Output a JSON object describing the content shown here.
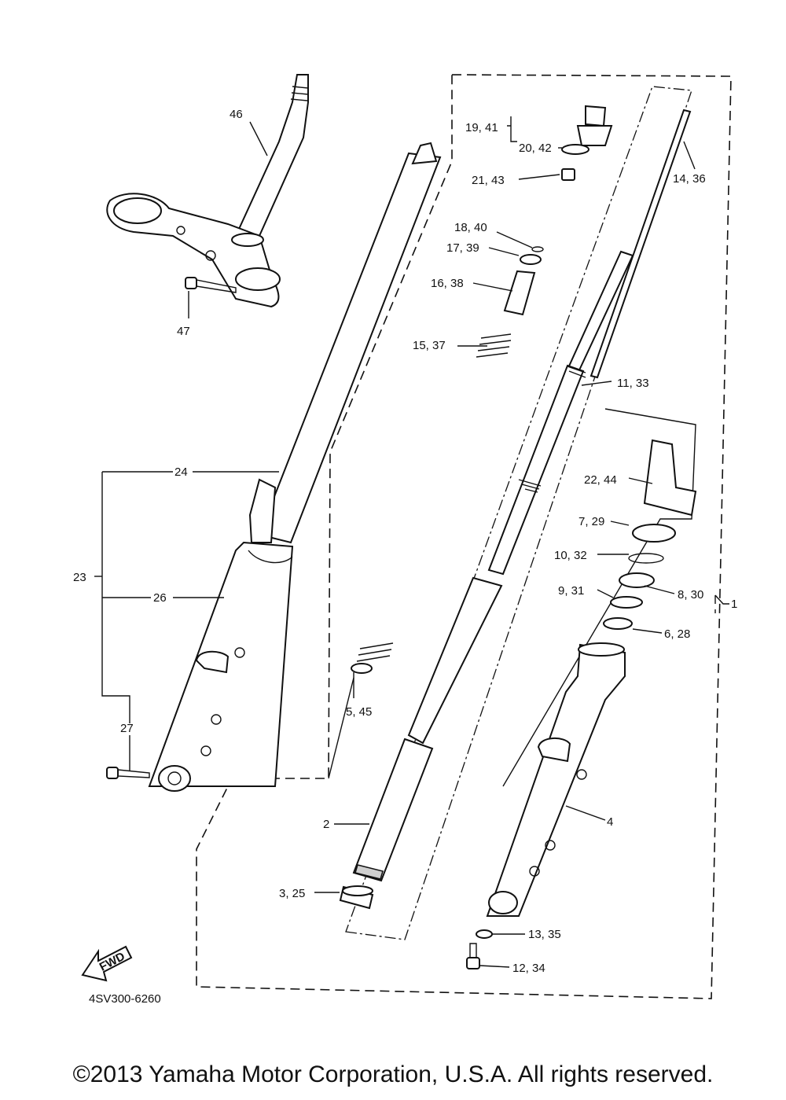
{
  "diagram_code": "4SV300-6260",
  "fwd_label": "FWD",
  "copyright": "©2013 Yamaha Motor Corporation, U.S.A. All rights reserved.",
  "callouts": {
    "c46": "46",
    "c47": "47",
    "c24": "24",
    "c23": "23",
    "c26": "26",
    "c27": "27",
    "c19_41": "19, 41",
    "c20_42": "20, 42",
    "c21_43": "21, 43",
    "c18_40": "18, 40",
    "c17_39": "17, 39",
    "c16_38": "16, 38",
    "c15_37": "15, 37",
    "c14_36": "14, 36",
    "c11_33": "11, 33",
    "c22_44": "22, 44",
    "c7_29": "7, 29",
    "c10_32": "10, 32",
    "c9_31": "9, 31",
    "c8_30": "8, 30",
    "c1": "1",
    "c6_28": "6, 28",
    "c5_45": "5, 45",
    "c2": "2",
    "c4": "4",
    "c3_25": "3, 25",
    "c13_35": "13, 35",
    "c12_34": "12, 34"
  }
}
